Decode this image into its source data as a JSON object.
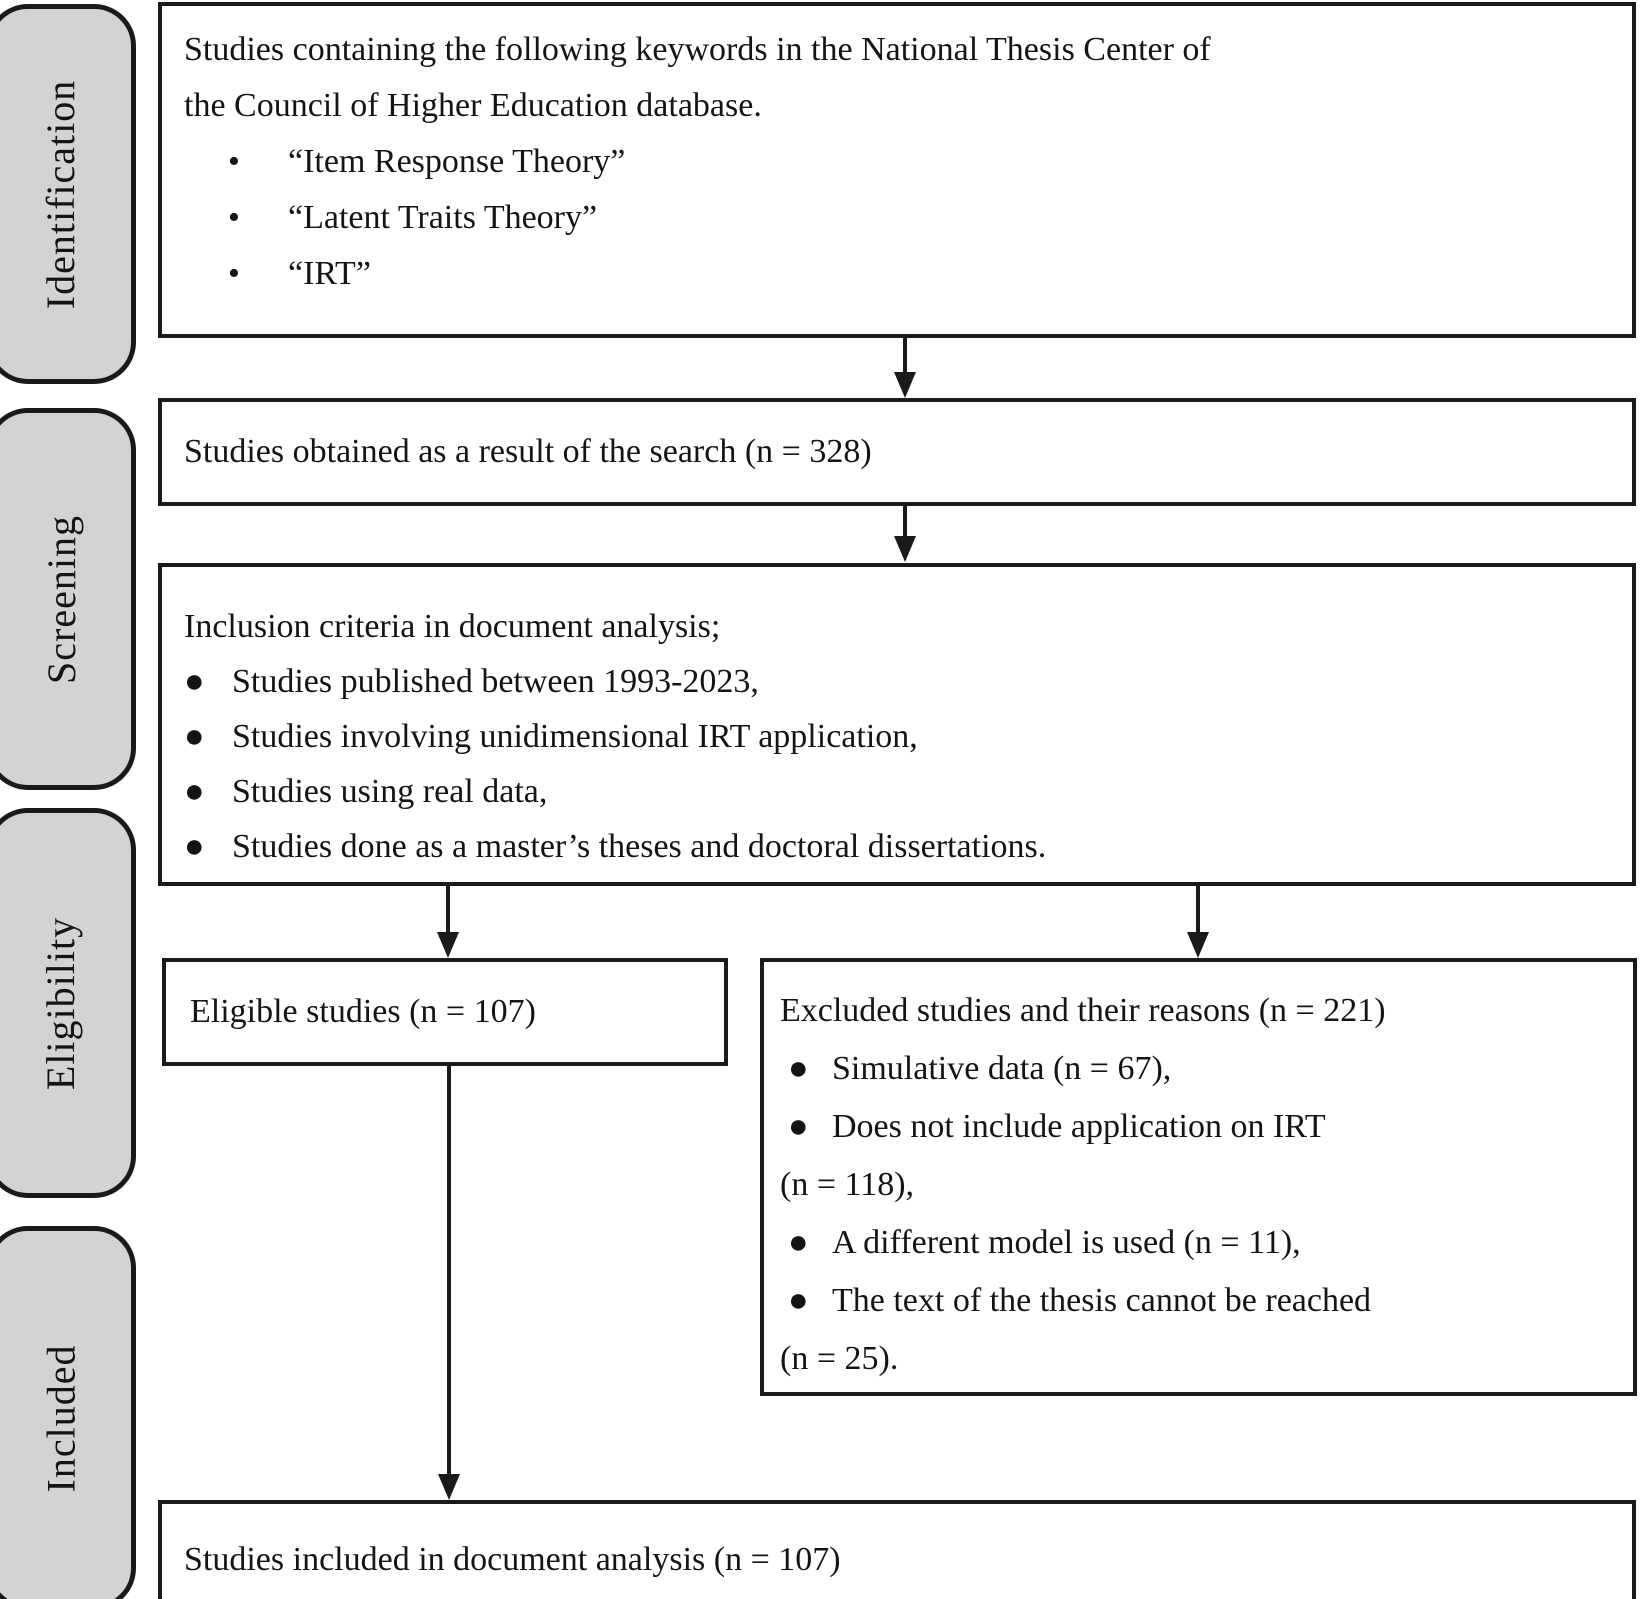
{
  "diagram": {
    "stages": [
      {
        "id": "identification",
        "label": "Identification"
      },
      {
        "id": "screening",
        "label": "Screening"
      },
      {
        "id": "eligibility",
        "label": "Eligibility"
      },
      {
        "id": "included",
        "label": "Included"
      }
    ],
    "boxes": {
      "keywords": {
        "line1": "Studies containing the following keywords in the National Thesis Center of",
        "line2": "the Council of Higher Education database.",
        "bullets": [
          "“Item Response Theory”",
          "“Latent Traits Theory”",
          "“IRT”"
        ]
      },
      "search": {
        "text": "Studies obtained as a result of the search (n = 328)"
      },
      "inclusion": {
        "header": "Inclusion criteria in document analysis;",
        "bullets": [
          "Studies published between 1993-2023,",
          "Studies involving unidimensional IRT application,",
          "Studies using real data,",
          "Studies done as a master’s theses and doctoral dissertations."
        ]
      },
      "eligible": {
        "text": "Eligible studies (n = 107)"
      },
      "excluded": {
        "header": "Excluded studies and their reasons (n = 221)",
        "items": [
          {
            "bullet": true,
            "text": "Simulative data (n = 67),"
          },
          {
            "bullet": true,
            "text": "Does not include application on IRT"
          },
          {
            "bullet": false,
            "text": "(n = 118),"
          },
          {
            "bullet": true,
            "text": "A different model is used (n = 11),"
          },
          {
            "bullet": true,
            "text": "The text of the thesis cannot be reached"
          },
          {
            "bullet": false,
            "text": "(n = 25)."
          }
        ]
      },
      "included": {
        "text": "Studies included in document analysis (n = 107)"
      }
    },
    "markers": {
      "small": "•",
      "dot": "●"
    },
    "colors": {
      "stage_fill": "#d3d3d3",
      "line": "#1a1a1a",
      "box_fill": "#ffffff"
    }
  }
}
